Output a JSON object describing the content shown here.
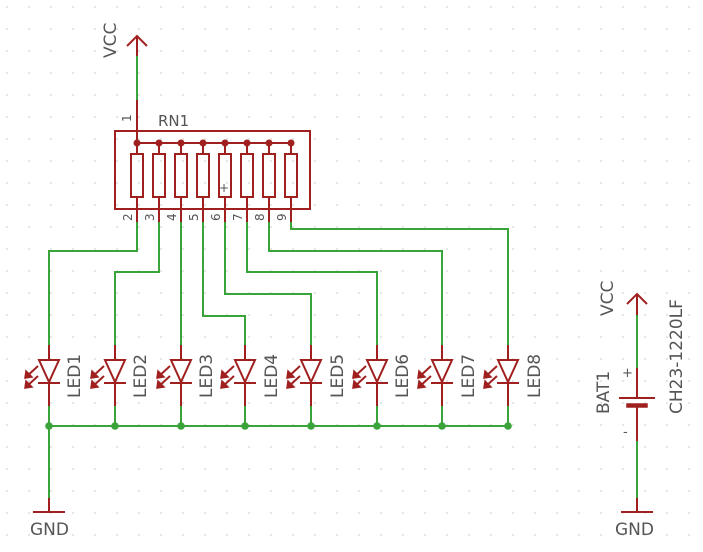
{
  "colors": {
    "wire": "#3aa33a",
    "symbol": "#a02020",
    "text": "#555555",
    "grid": "#b8b8b8",
    "background": "#ffffff"
  },
  "labels": {
    "vcc_top": "VCC",
    "rn1": "RN1",
    "gnd_left": "GND",
    "vcc_right": "VCC",
    "gnd_right": "GND",
    "bat1": "BAT1",
    "bat_part": "CH23-1220LF",
    "bat_plus": "+",
    "bat_minus": "-",
    "rn_plus": "+"
  },
  "rn1_pins": [
    "1",
    "2",
    "3",
    "4",
    "5",
    "6",
    "7",
    "8",
    "9"
  ],
  "leds": [
    "LED1",
    "LED2",
    "LED3",
    "LED4",
    "LED5",
    "LED6",
    "LED7",
    "LED8"
  ],
  "icons": {
    "supply": "supply-arrow-icon",
    "ground": "ground-bar-icon",
    "diode": "led-diode-icon",
    "battery": "battery-cell-icon"
  }
}
